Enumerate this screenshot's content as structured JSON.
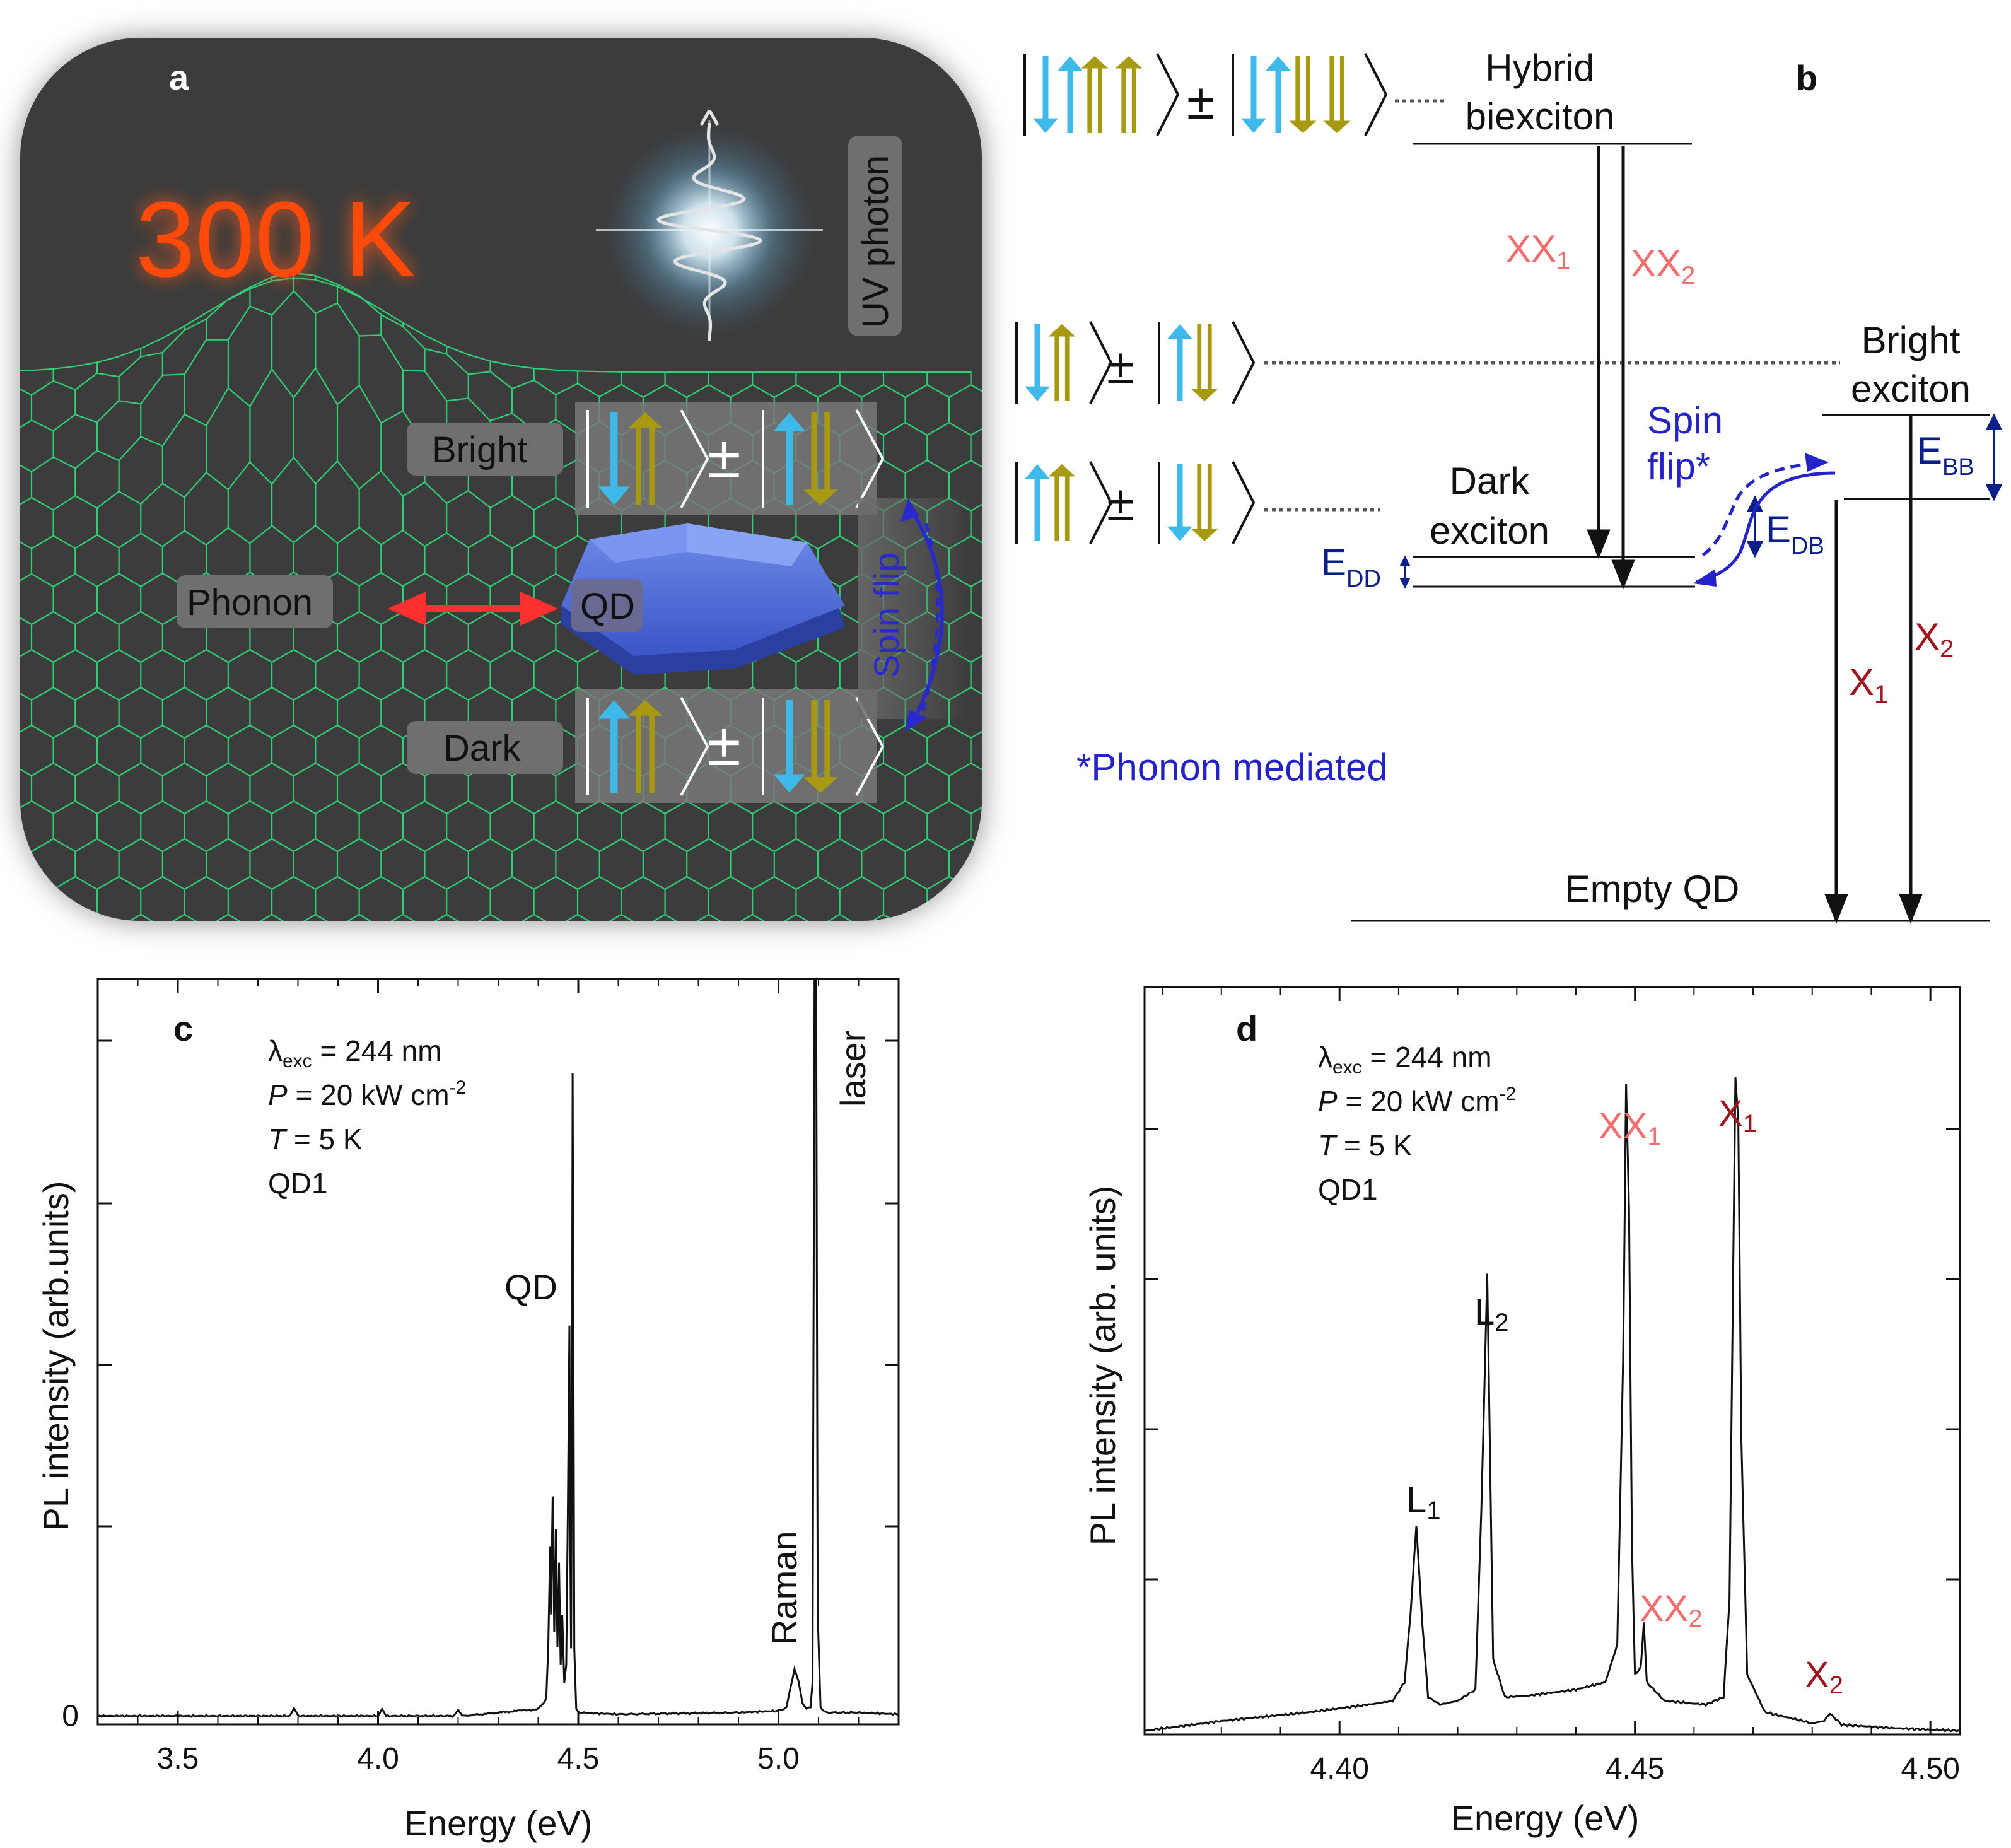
{
  "panel_a": {
    "letter": "a",
    "temperature": "300 K",
    "uv_photon": "UV photon",
    "bright": "Bright",
    "dark": "Dark",
    "phonon": "Phonon",
    "qd": "QD",
    "spin_flip": "Spin flip",
    "pm": "±"
  },
  "panel_b": {
    "letter": "b",
    "hybrid_line1": "Hybrid",
    "hybrid_line2": "biexciton",
    "bright_line1": "Bright",
    "bright_line2": "exciton",
    "dark_line1": "Dark",
    "dark_line2": "exciton",
    "empty": "Empty QD",
    "spin_line1": "Spin",
    "spin_line2": "flip*",
    "phonon_note": "*Phonon mediated",
    "xx1": "XX",
    "xx1_sub": "1",
    "xx2": "XX",
    "xx2_sub": "2",
    "x1": "X",
    "x1_sub": "1",
    "x2": "X",
    "x2_sub": "2",
    "e": "E",
    "edd_sub": "DD",
    "edb_sub": "DB",
    "ebb_sub": "BB",
    "pm": "±",
    "colors": {
      "cyan": "#3fb8ea",
      "olive": "#a89a10",
      "transition_red": "#f26d6d",
      "dark_red": "#a0141e",
      "blue": "#2323c8",
      "navy": "#0b1f8a"
    }
  },
  "panel_c": {
    "letter": "c",
    "ann1_pre": "λ",
    "ann1_sub": "exc",
    "ann1_post": " = 244 nm",
    "ann2_var": "P",
    "ann2_post": " = 20 kW cm",
    "ann2_sup": "-2",
    "ann3_var": "T",
    "ann3_post": " = 5 K",
    "ann4": "QD1",
    "peak_qd": "QD",
    "peak_raman": "Raman",
    "peak_laser": "laser",
    "chart_data": {
      "type": "line",
      "xlabel": "Energy (eV)",
      "ylabel": "PL intensity (arb.units)",
      "xlim": [
        3.3,
        5.3
      ],
      "ylim": [
        -0.05,
        4.35
      ],
      "x_ticks": [
        "3.5",
        "4.0",
        "4.5",
        "5.0"
      ],
      "y_ticks": [
        "0"
      ],
      "series": [
        {
          "x": [
            3.3,
            3.5,
            3.78,
            3.79,
            3.8,
            4.0,
            4.01,
            4.02,
            4.19,
            4.2,
            4.21,
            4.35,
            4.4,
            4.42,
            4.425,
            4.43,
            4.432,
            4.436,
            4.44,
            4.444,
            4.448,
            4.452,
            4.456,
            4.46,
            4.465,
            4.47,
            4.474,
            4.478,
            4.48,
            4.482,
            4.484,
            4.486,
            4.49,
            4.495,
            4.5,
            4.6,
            4.9,
            5.0,
            5.02,
            5.04,
            5.05,
            5.06,
            5.07,
            5.08,
            5.085,
            5.09,
            5.094,
            5.098,
            5.105,
            5.12,
            5.2,
            5.3
          ],
          "y": [
            0.0,
            0.0,
            0.0,
            0.05,
            0.0,
            0.0,
            0.04,
            0.0,
            0.0,
            0.04,
            0.0,
            0.03,
            0.04,
            0.1,
            0.4,
            1.0,
            0.6,
            1.3,
            0.5,
            1.1,
            0.4,
            0.9,
            0.3,
            0.6,
            0.2,
            0.3,
            1.2,
            2.3,
            1.0,
            0.4,
            1.5,
            3.8,
            0.4,
            0.04,
            0.02,
            0.01,
            0.02,
            0.03,
            0.05,
            0.28,
            0.2,
            0.08,
            0.04,
            0.05,
            0.2,
            4.35,
            4.35,
            0.6,
            0.05,
            0.02,
            0.02,
            0.01
          ]
        }
      ]
    }
  },
  "panel_d": {
    "letter": "d",
    "ann1_pre": "λ",
    "ann1_sub": "exc",
    "ann1_post": " = 244 nm",
    "ann2_var": "P",
    "ann2_post": " = 20 kW cm",
    "ann2_sup": "-2",
    "ann3_var": "T",
    "ann3_post": " = 5 K",
    "ann4": "QD1",
    "l1": "L",
    "l1_sub": "1",
    "l2": "L",
    "l2_sub": "2",
    "xx1": "XX",
    "xx1_sub": "1",
    "xx2": "XX",
    "xx2_sub": "2",
    "x1": "X",
    "x1_sub": "1",
    "x2": "X",
    "x2_sub": "2",
    "chart_data": {
      "type": "line",
      "xlabel": "Energy (eV)",
      "ylabel": "PL intensity (arb. units)",
      "xlim": [
        4.367,
        4.505
      ],
      "ylim": [
        0,
        1.0
      ],
      "x_ticks": [
        "4.40",
        "4.45",
        "4.50"
      ],
      "series": [
        {
          "x": [
            4.367,
            4.38,
            4.395,
            4.405,
            4.409,
            4.411,
            4.412,
            4.413,
            4.414,
            4.415,
            4.417,
            4.42,
            4.423,
            4.424,
            4.425,
            4.426,
            4.428,
            4.432,
            4.44,
            4.445,
            4.447,
            4.448,
            4.4485,
            4.449,
            4.4495,
            4.45,
            4.451,
            4.4515,
            4.452,
            4.455,
            4.462,
            4.465,
            4.466,
            4.467,
            4.4675,
            4.468,
            4.469,
            4.472,
            4.48,
            4.482,
            4.483,
            4.485,
            4.495,
            4.505
          ],
          "y": [
            0.005,
            0.018,
            0.03,
            0.04,
            0.045,
            0.07,
            0.16,
            0.28,
            0.15,
            0.05,
            0.04,
            0.045,
            0.06,
            0.3,
            0.615,
            0.1,
            0.05,
            0.052,
            0.06,
            0.07,
            0.12,
            0.5,
            0.87,
            0.7,
            0.25,
            0.08,
            0.09,
            0.15,
            0.07,
            0.045,
            0.04,
            0.05,
            0.18,
            0.88,
            0.82,
            0.4,
            0.08,
            0.03,
            0.015,
            0.018,
            0.028,
            0.013,
            0.008,
            0.005
          ]
        }
      ]
    }
  }
}
